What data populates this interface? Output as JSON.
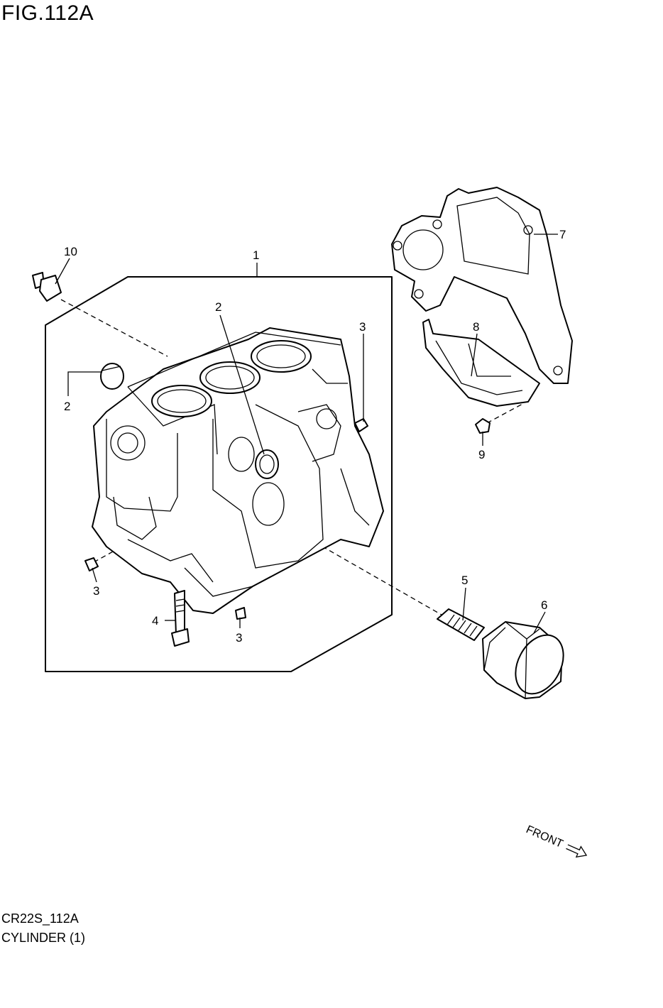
{
  "figure": {
    "title": "FIG.112A",
    "code": "CR22S_112A",
    "caption": "CYLINDER (1)"
  },
  "callouts": [
    "1",
    "2",
    "2",
    "3",
    "3",
    "3",
    "4",
    "5",
    "6",
    "7",
    "8",
    "9",
    "10"
  ],
  "front_label": "FRONT"
}
